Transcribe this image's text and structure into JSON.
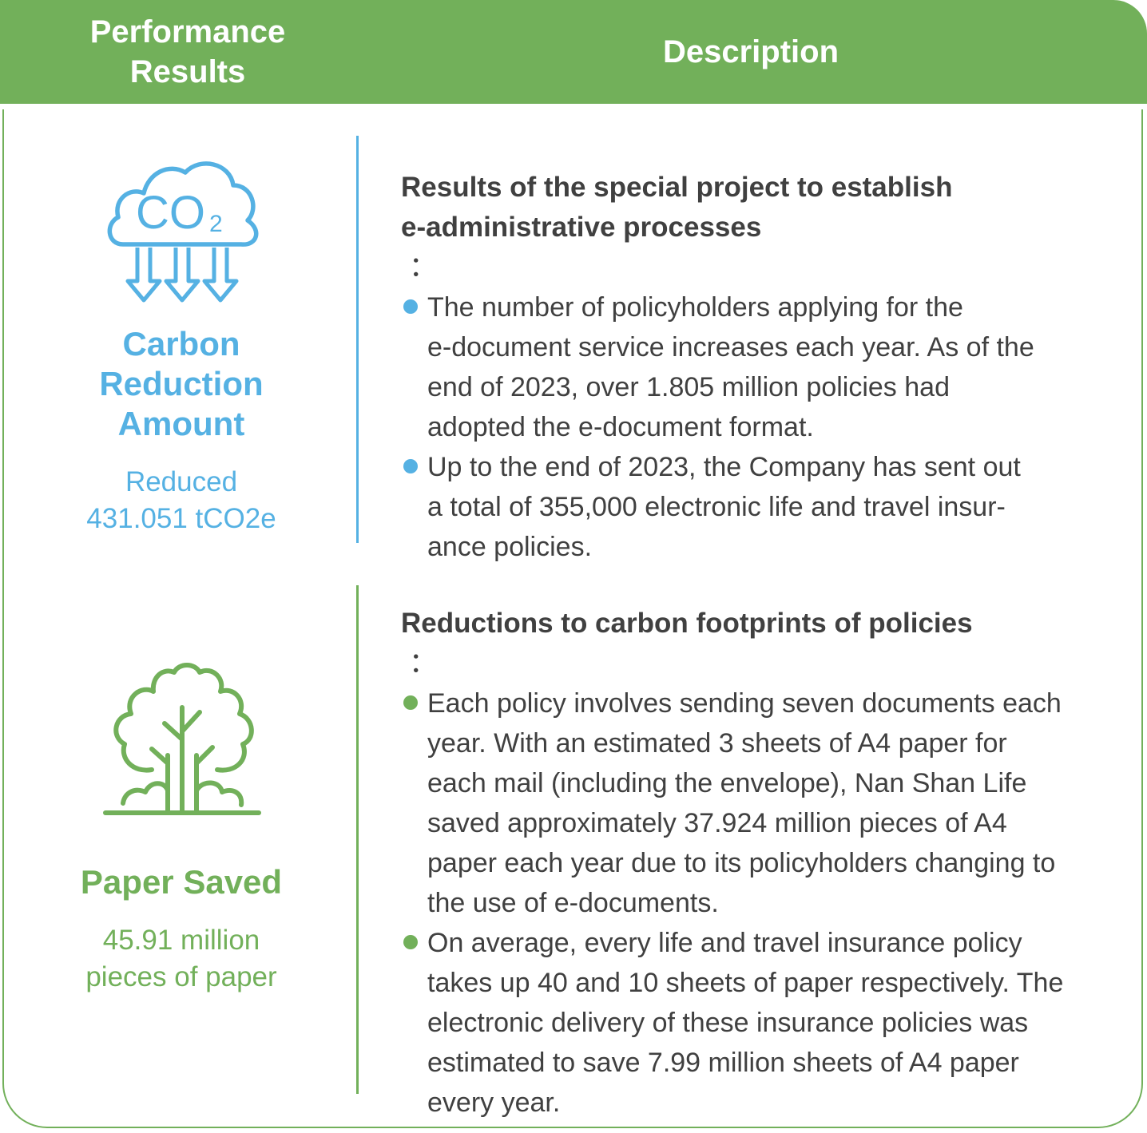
{
  "header": {
    "left_lines": [
      "Performance",
      "Results"
    ],
    "right": "Description"
  },
  "rows": [
    {
      "icon": "co2-cloud-icon",
      "icon_text": "CO",
      "icon_subscript": "2",
      "title_lines": [
        "Carbon",
        "Reduction",
        "Amount"
      ],
      "value_lines": [
        "Reduced",
        "431.051 tCO2e"
      ],
      "color": "#55b1e3",
      "desc_title_lines": [
        "Results of the special project to establish",
        "e-administrative processes"
      ],
      "desc_colon": "：",
      "bullets": [
        [
          "The number of policyholders applying for the",
          "e-document service increases each year. As of the",
          "end of 2023, over 1.805 million policies had",
          "adopted the e-document format."
        ],
        [
          "Up to the end of 2023, the Company has sent out",
          "a total of 355,000 electronic life and travel insur-",
          "ance policies."
        ]
      ]
    },
    {
      "icon": "tree-icon",
      "title_lines": [
        "Paper Saved"
      ],
      "value_lines": [
        "45.91 million",
        "pieces of paper"
      ],
      "color": "#72b05a",
      "desc_title_lines": [
        "Reductions to carbon footprints of policies"
      ],
      "desc_colon": "：",
      "bullets": [
        [
          "Each policy involves sending seven documents each",
          "year. With an estimated 3 sheets of A4 paper for",
          "each mail (including the envelope), Nan Shan Life",
          "saved approximately 37.924 million pieces of A4",
          "paper each year due to its policyholders changing to",
          "the use of e-documents."
        ],
        [
          "On average, every life and travel insurance policy",
          "takes up 40 and 10 sheets of paper respectively. The",
          "electronic delivery of these insurance policies was",
          "estimated to save 7.99 million sheets of A4 paper",
          "every year."
        ]
      ]
    }
  ]
}
